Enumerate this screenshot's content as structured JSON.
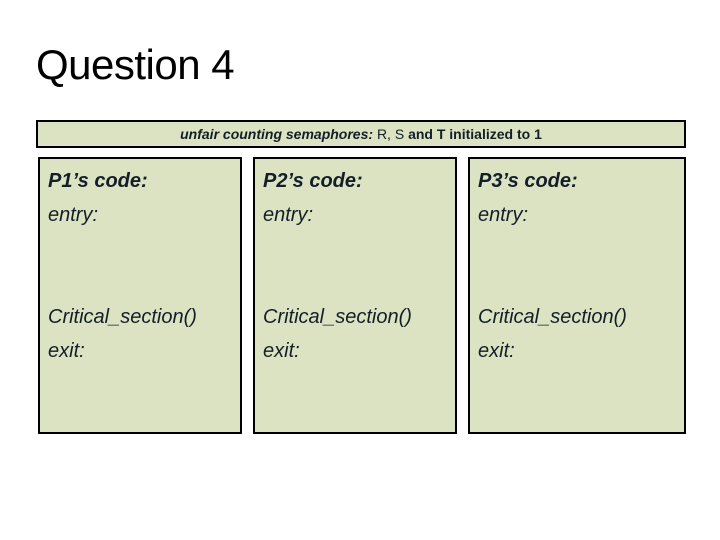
{
  "slide": {
    "title": "Question 4"
  },
  "banner": {
    "italic_segment": "unfair counting semaphores: ",
    "regular_segment": "R, S ",
    "bold_segment": "and T initialized to 1"
  },
  "boxes": [
    {
      "title": "P1’s code:",
      "entry": "entry:",
      "critical": "Critical_section()",
      "exit": "exit:"
    },
    {
      "title": "P2’s code:",
      "entry": "entry:",
      "critical": "Critical_section()",
      "exit": "exit:"
    },
    {
      "title": "P3’s code:",
      "entry": "entry:",
      "critical": "Critical_section()",
      "exit": "exit:"
    }
  ],
  "colors": {
    "box_bg": "#dbe3c3",
    "border": "#000000",
    "text": "#141e28",
    "title": "#000000"
  }
}
